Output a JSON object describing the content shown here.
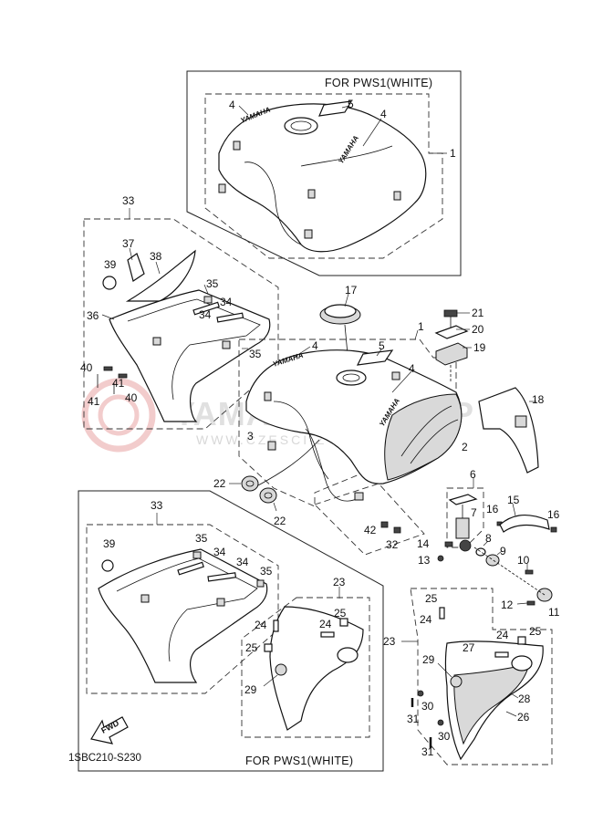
{
  "diagram": {
    "variant_label": "FOR PWS1(WHITE)",
    "drawing_code": "1SBC210-S230",
    "fwd_label": "FWD",
    "tank_logo": "YAMAHA",
    "watermark_text": "YAMAHA-SKLEP.P",
    "watermark_sub": "WWW.CZESCI-Z-DRUGIEGO",
    "callouts": [
      {
        "id": "c1",
        "text": "1"
      },
      {
        "id": "c4a",
        "text": "4"
      },
      {
        "id": "c5a",
        "text": "5"
      },
      {
        "id": "c4b",
        "text": "4"
      },
      {
        "id": "c33a",
        "text": "33"
      },
      {
        "id": "c37",
        "text": "37"
      },
      {
        "id": "c38",
        "text": "38"
      },
      {
        "id": "c39a",
        "text": "39"
      },
      {
        "id": "c36",
        "text": "36"
      },
      {
        "id": "c35a",
        "text": "35"
      },
      {
        "id": "c34a",
        "text": "34"
      },
      {
        "id": "c34b",
        "text": "34"
      },
      {
        "id": "c35b",
        "text": "35"
      },
      {
        "id": "c40a",
        "text": "40"
      },
      {
        "id": "c41a",
        "text": "41"
      },
      {
        "id": "c40b",
        "text": "40"
      },
      {
        "id": "c41b",
        "text": "41"
      },
      {
        "id": "c17",
        "text": "17"
      },
      {
        "id": "c1b",
        "text": "1"
      },
      {
        "id": "c4c",
        "text": "4"
      },
      {
        "id": "c5b",
        "text": "5"
      },
      {
        "id": "c4d",
        "text": "4"
      },
      {
        "id": "c21",
        "text": "21"
      },
      {
        "id": "c20",
        "text": "20"
      },
      {
        "id": "c19",
        "text": "19"
      },
      {
        "id": "c18",
        "text": "18"
      },
      {
        "id": "c3a",
        "text": "3"
      },
      {
        "id": "c3b",
        "text": "3"
      },
      {
        "id": "c2",
        "text": "2"
      },
      {
        "id": "c6",
        "text": "6"
      },
      {
        "id": "c7",
        "text": "7"
      },
      {
        "id": "c16a",
        "text": "16"
      },
      {
        "id": "c15",
        "text": "15"
      },
      {
        "id": "c16b",
        "text": "16"
      },
      {
        "id": "c22a",
        "text": "22"
      },
      {
        "id": "c22b",
        "text": "22"
      },
      {
        "id": "c42",
        "text": "42"
      },
      {
        "id": "c32",
        "text": "32"
      },
      {
        "id": "c14",
        "text": "14"
      },
      {
        "id": "c13",
        "text": "13"
      },
      {
        "id": "c8",
        "text": "8"
      },
      {
        "id": "c9",
        "text": "9"
      },
      {
        "id": "c10",
        "text": "10"
      },
      {
        "id": "c12",
        "text": "12"
      },
      {
        "id": "c11",
        "text": "11"
      },
      {
        "id": "c33b",
        "text": "33"
      },
      {
        "id": "c39b",
        "text": "39"
      },
      {
        "id": "c35c",
        "text": "35"
      },
      {
        "id": "c34c",
        "text": "34"
      },
      {
        "id": "c34d",
        "text": "34"
      },
      {
        "id": "c35d",
        "text": "35"
      },
      {
        "id": "c23a",
        "text": "23"
      },
      {
        "id": "c25a",
        "text": "25"
      },
      {
        "id": "c24a",
        "text": "24"
      },
      {
        "id": "c24b",
        "text": "24"
      },
      {
        "id": "c25b",
        "text": "25"
      },
      {
        "id": "c29a",
        "text": "29"
      },
      {
        "id": "c23b",
        "text": "23"
      },
      {
        "id": "c25c",
        "text": "25"
      },
      {
        "id": "c24c",
        "text": "24"
      },
      {
        "id": "c24d",
        "text": "24"
      },
      {
        "id": "c25d",
        "text": "25"
      },
      {
        "id": "c27",
        "text": "27"
      },
      {
        "id": "c29b",
        "text": "29"
      },
      {
        "id": "c28",
        "text": "28"
      },
      {
        "id": "c26",
        "text": "26"
      },
      {
        "id": "c30a",
        "text": "30"
      },
      {
        "id": "c31a",
        "text": "31"
      },
      {
        "id": "c30b",
        "text": "30"
      },
      {
        "id": "c31b",
        "text": "31"
      }
    ]
  }
}
